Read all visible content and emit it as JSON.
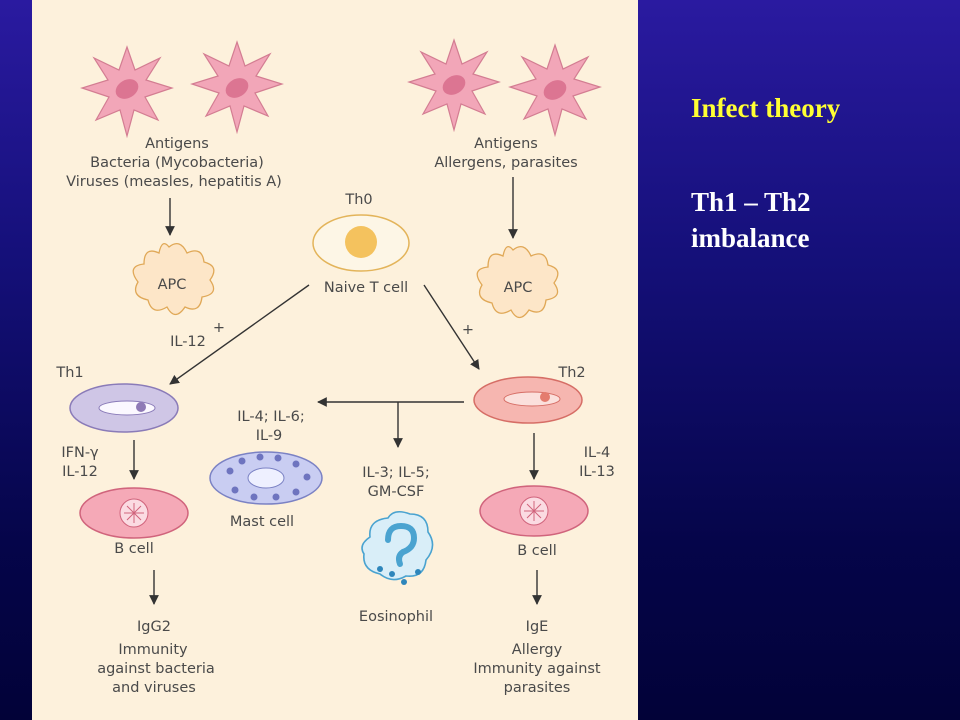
{
  "slide": {
    "title": "Infect theory",
    "subtitle_line1": "Th1 – Th2",
    "subtitle_line2": "imbalance"
  },
  "diagram": {
    "left_antigens": {
      "heading": "Antigens",
      "line1": "Bacteria (Mycobacteria)",
      "line2": "Viruses (measles, hepatitis A)"
    },
    "right_antigens": {
      "heading": "Antigens",
      "line1": "Allergens, parasites"
    },
    "th0": {
      "label": "Th0",
      "caption": "Naive T cell"
    },
    "apc_left": {
      "label": "APC",
      "plus": "+",
      "cytokine": "IL-12"
    },
    "apc_right": {
      "label": "APC",
      "plus": "+"
    },
    "th1": {
      "label": "Th1",
      "cyt1": "IFN-γ",
      "cyt2": "IL-12"
    },
    "th2": {
      "label": "Th2",
      "cyt1": "IL-4",
      "cyt2": "IL-13"
    },
    "mast": {
      "cyt1": "IL-4; IL-6;",
      "cyt2": "IL-9",
      "label": "Mast cell"
    },
    "eos": {
      "cyt1": "IL-3; IL-5;",
      "cyt2": "GM-CSF",
      "label": "Eosinophil"
    },
    "bcell_left": {
      "label": "B cell",
      "ig": "IgG2",
      "out1": "Immunity",
      "out2": "against bacteria",
      "out3": "and viruses"
    },
    "bcell_right": {
      "label": "B cell",
      "ig": "IgE",
      "out1": "Allergy",
      "out2": "Immunity against",
      "out3": "parasites"
    },
    "colors": {
      "antigen_cell": "#f2a6b8",
      "apc": "#fde6c8",
      "th1": "#cfc6e6",
      "th2": "#f6b6b0",
      "bcell": "#f5a9b7",
      "mast": "#c9cdf2",
      "eosinophil": "#d9eef8"
    }
  }
}
